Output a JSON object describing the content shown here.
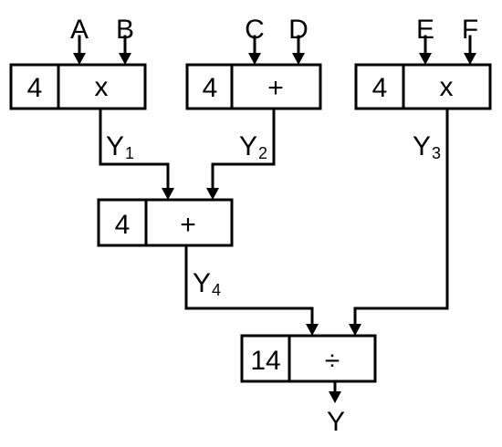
{
  "inputs": {
    "a": "A",
    "b": "B",
    "c": "C",
    "d": "D",
    "e": "E",
    "f": "F"
  },
  "units": {
    "mul1": {
      "latency": "4",
      "op": "x"
    },
    "add1": {
      "latency": "4",
      "op": "+"
    },
    "mul2": {
      "latency": "4",
      "op": "x"
    },
    "add2": {
      "latency": "4",
      "op": "+"
    },
    "div": {
      "latency": "14",
      "op": "÷"
    }
  },
  "signals": {
    "y1": {
      "main": "Y",
      "sub": "1"
    },
    "y2": {
      "main": "Y",
      "sub": "2"
    },
    "y3": {
      "main": "Y",
      "sub": "3"
    },
    "y4": {
      "main": "Y",
      "sub": "4"
    },
    "y": "Y"
  }
}
